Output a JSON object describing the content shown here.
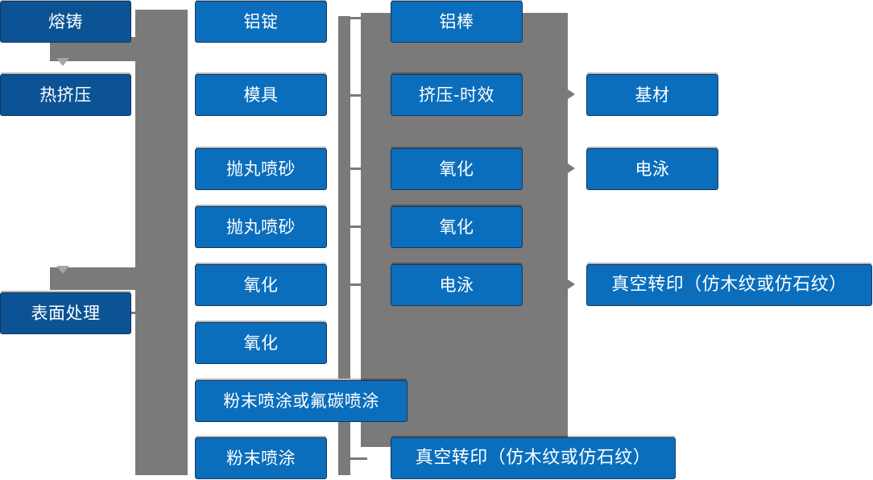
{
  "diagram": {
    "type": "flowchart",
    "title": "",
    "colors": {
      "stage_box": "#0b5394",
      "process_box": "#0a6ebd",
      "connector": "#7a7a7a",
      "arrow": "#7a7a7a",
      "text": "#ffffff",
      "background": "#ffffff"
    },
    "columns": [
      {
        "name": "stages",
        "boxes": [
          {
            "label": "熔铸"
          },
          {
            "label": "热挤压"
          },
          {
            "label": "表面处理"
          }
        ]
      },
      {
        "name": "materials-processes",
        "boxes": [
          {
            "label": "铝锭"
          },
          {
            "label": "模具"
          },
          {
            "label": "抛丸喷砂"
          },
          {
            "label": "抛丸喷砂"
          },
          {
            "label": "氧化"
          },
          {
            "label": "氧化"
          },
          {
            "label": "粉末喷涂或氟碳喷涂"
          },
          {
            "label": "粉末喷涂"
          }
        ]
      },
      {
        "name": "secondary-processes",
        "boxes": [
          {
            "label": "铝棒"
          },
          {
            "label": "挤压-时效"
          },
          {
            "label": "氧化"
          },
          {
            "label": "氧化"
          },
          {
            "label": "电泳"
          },
          {
            "label": "真空转印（仿木纹或仿石纹）"
          }
        ]
      },
      {
        "name": "outputs",
        "boxes": [
          {
            "label": "基材"
          },
          {
            "label": "电泳"
          },
          {
            "label": "真空转印（仿木纹或仿石纹）"
          }
        ]
      }
    ]
  }
}
